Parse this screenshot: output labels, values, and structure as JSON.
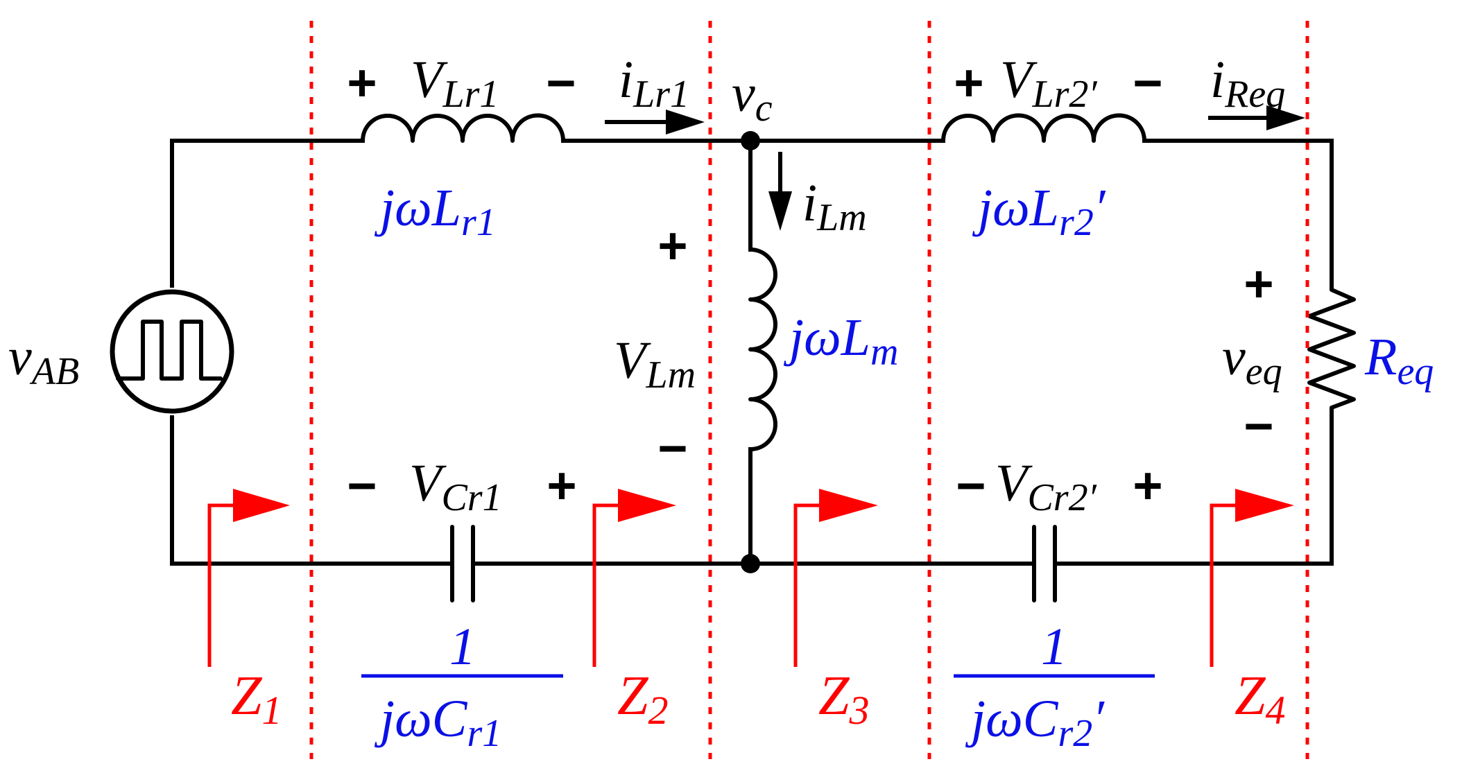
{
  "diagram": {
    "source_label": "v_AB",
    "voltages": {
      "VLr1": {
        "main": "V",
        "sub": "Lr1"
      },
      "VLr2": {
        "main": "V",
        "sub": "Lr2′"
      },
      "VLm": {
        "main": "V",
        "sub": "Lm"
      },
      "VCr1": {
        "main": "V",
        "sub": "Cr1"
      },
      "VCr2": {
        "main": "V",
        "sub": "Cr2′"
      },
      "veq": {
        "main": "v",
        "sub": "eq"
      },
      "vAB": {
        "main": "v",
        "sub": "AB"
      },
      "vc": {
        "main": "v",
        "sub": "c"
      }
    },
    "currents": {
      "iLr1": {
        "main": "i",
        "sub": "Lr1"
      },
      "iReq": {
        "main": "i",
        "sub": "Req"
      },
      "iLm": {
        "main": "i",
        "sub": "Lm"
      }
    },
    "impedances": {
      "Lr1": {
        "pre": "jωL",
        "sub": "r1",
        "post": ""
      },
      "Lr2": {
        "pre": "jωL",
        "sub": "r2",
        "post": "′"
      },
      "Lm": {
        "pre": "jωL",
        "sub": "m",
        "post": ""
      },
      "Req": {
        "pre": "R",
        "sub": "eq",
        "post": ""
      },
      "Cr1": {
        "num": "1",
        "den_pre": "jωC",
        "den_sub": "r1",
        "den_post": ""
      },
      "Cr2": {
        "num": "1",
        "den_pre": "jωC",
        "den_sub": "r2",
        "den_post": "′"
      }
    },
    "ports": [
      {
        "main": "Z",
        "sub": "1"
      },
      {
        "main": "Z",
        "sub": "2"
      },
      {
        "main": "Z",
        "sub": "3"
      },
      {
        "main": "Z",
        "sub": "4"
      }
    ],
    "signs": {
      "plus": "+",
      "minus": "−"
    },
    "colors": {
      "wire": "#000000",
      "impedance": "#0a10e6",
      "port": "#ff0000",
      "boundary": "#ff0000"
    }
  }
}
